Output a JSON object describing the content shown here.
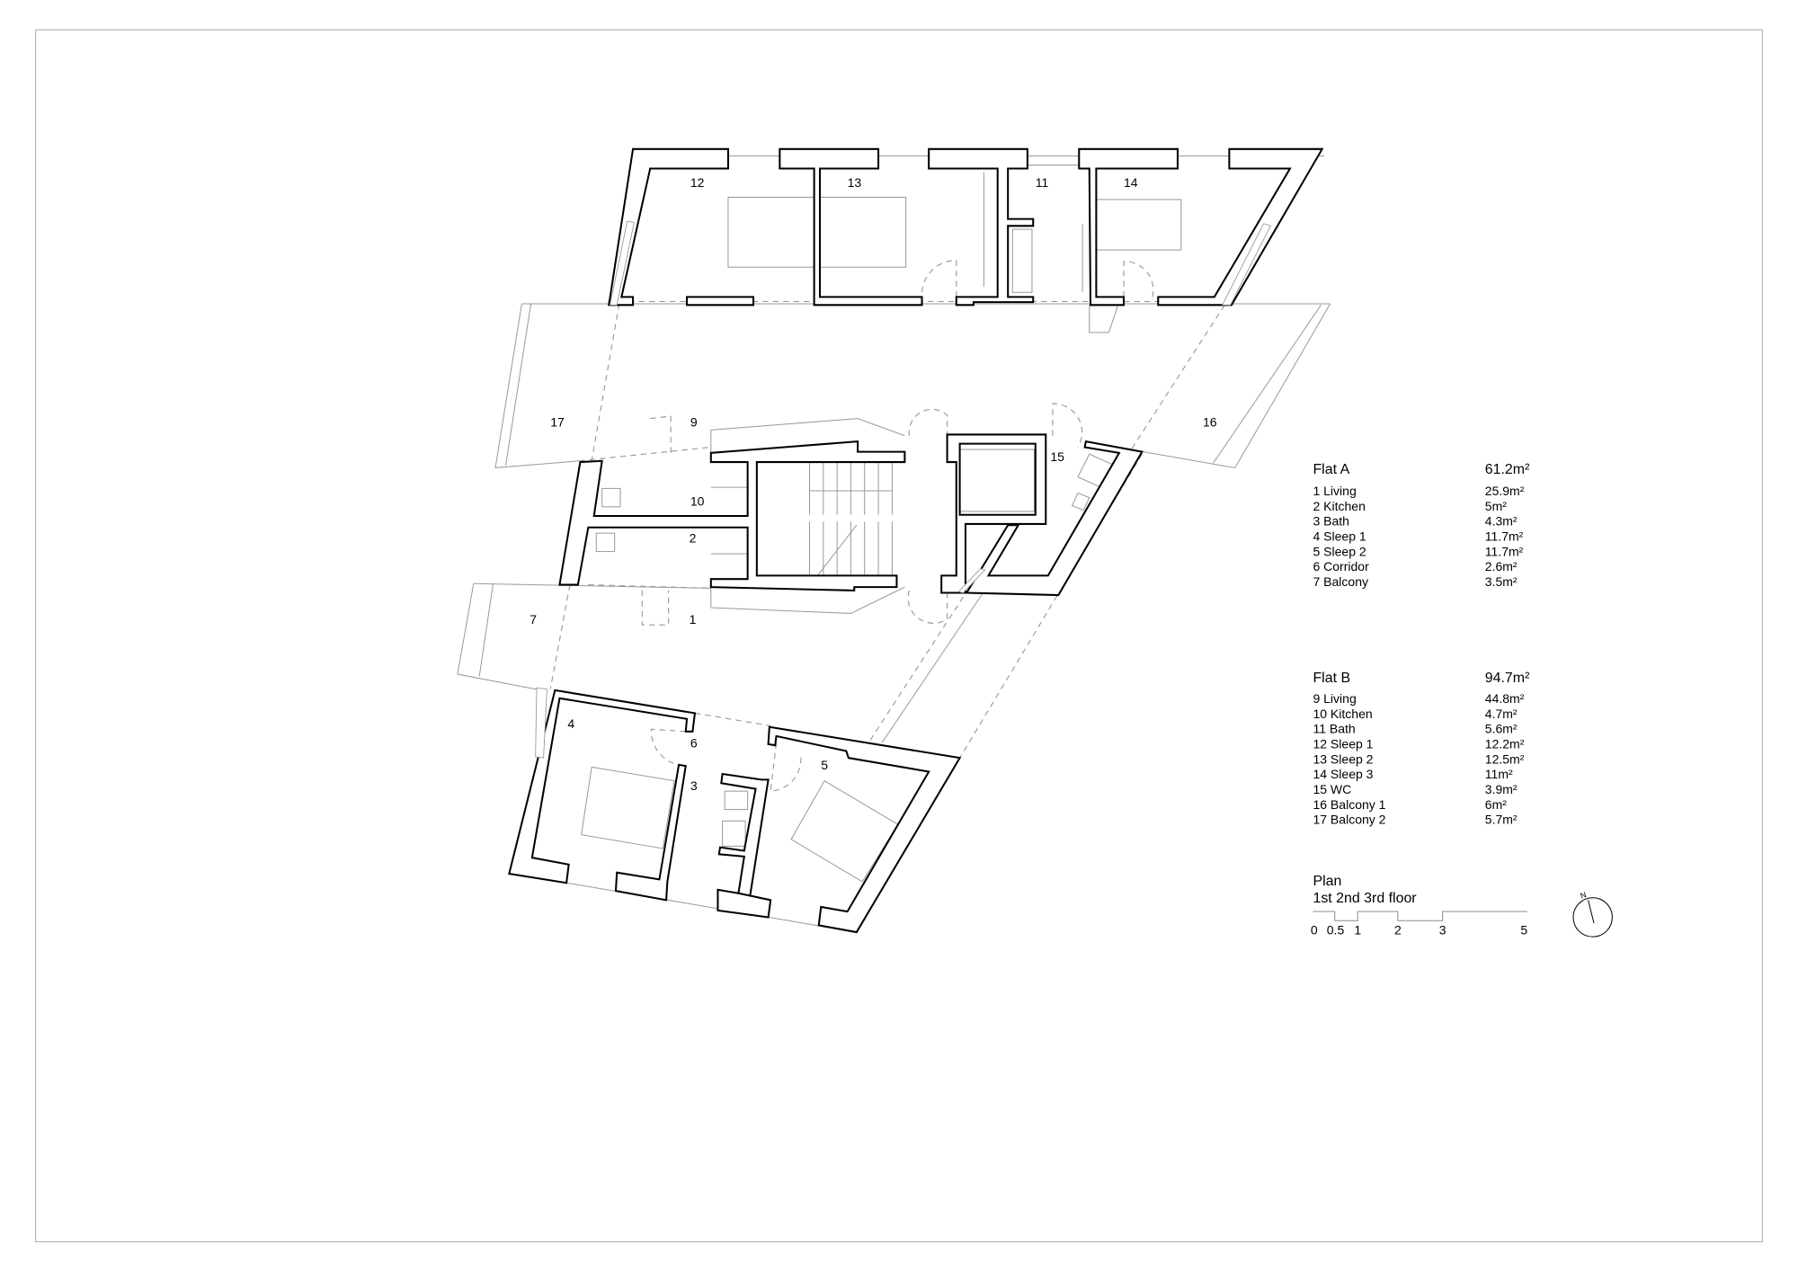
{
  "room_labels": {
    "r1": "1",
    "r2": "2",
    "r3": "3",
    "r4": "4",
    "r5": "5",
    "r6": "6",
    "r7": "7",
    "r9": "9",
    "r10": "10",
    "r11": "11",
    "r12": "12",
    "r13": "13",
    "r14": "14",
    "r15": "15",
    "r16": "16",
    "r17": "17"
  },
  "flat_a": {
    "title": "Flat A",
    "total": "61.2m²",
    "rooms": [
      {
        "label": "1  Living",
        "area": "25.9m²"
      },
      {
        "label": "2  Kitchen",
        "area": "5m²"
      },
      {
        "label": "3  Bath",
        "area": "4.3m²"
      },
      {
        "label": "4  Sleep 1",
        "area": "11.7m²"
      },
      {
        "label": "5  Sleep 2",
        "area": "11.7m²"
      },
      {
        "label": "6  Corridor",
        "area": "2.6m²"
      },
      {
        "label": "7  Balcony",
        "area": "3.5m²"
      }
    ]
  },
  "flat_b": {
    "title": "Flat B",
    "total": "94.7m²",
    "rooms": [
      {
        "label": "9  Living",
        "area": "44.8m²"
      },
      {
        "label": "10  Kitchen",
        "area": "4.7m²"
      },
      {
        "label": "11  Bath",
        "area": "5.6m²"
      },
      {
        "label": "12  Sleep 1",
        "area": "12.2m²"
      },
      {
        "label": "13  Sleep 2",
        "area": "12.5m²"
      },
      {
        "label": "14  Sleep 3",
        "area": "11m²"
      },
      {
        "label": "15  WC",
        "area": "3.9m²"
      },
      {
        "label": "16  Balcony 1",
        "area": "6m²"
      },
      {
        "label": "17  Balcony 2",
        "area": "5.7m²"
      }
    ]
  },
  "plan": {
    "title": "Plan",
    "subtitle": "1st 2nd 3rd floor",
    "scale_ticks": [
      "0",
      "0.5",
      "1",
      "2",
      "3",
      "5"
    ],
    "north_label": "N",
    "north_icon": "north-arrow-compass"
  },
  "colors": {
    "wall": "#000000",
    "secondary_line": "#9a9a9a",
    "frame": "#b4b4b4"
  }
}
